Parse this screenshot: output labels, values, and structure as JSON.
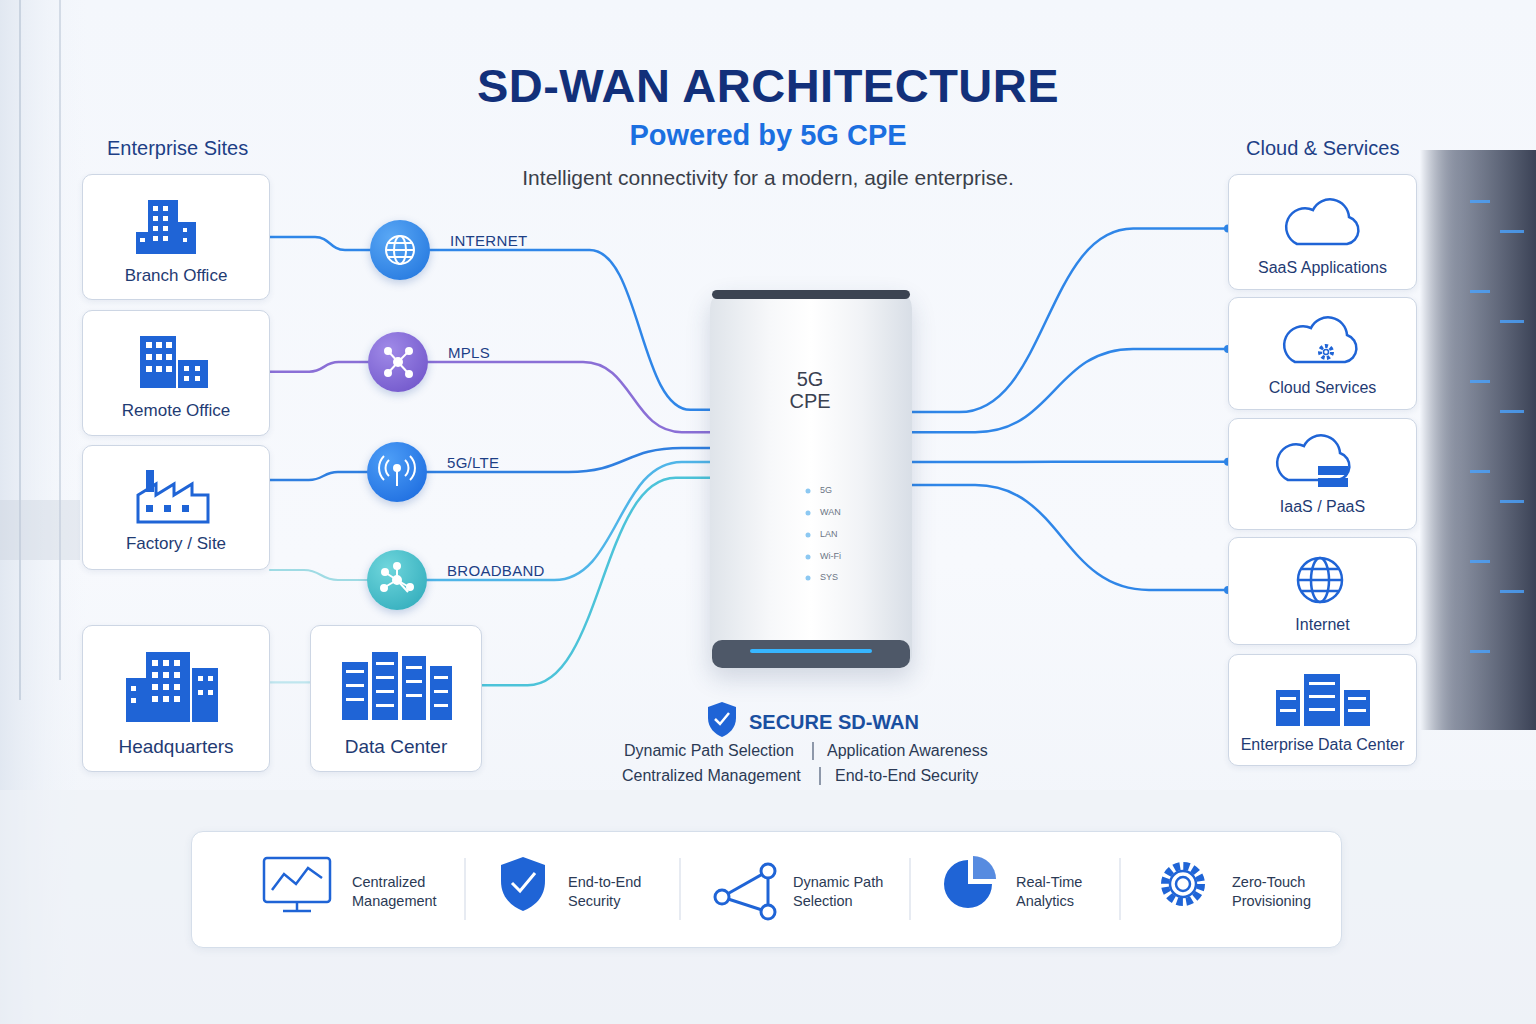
{
  "diagram": {
    "title": "SD-WAN ARCHITECTURE",
    "caption": "Intelligent connectivity for a modern, agile enterprise.",
    "nodes": [
      {
        "text": [
          "Branch Office"
        ]
      },
      {
        "text": [
          "Remote Office"
        ]
      },
      {
        "text": [
          "Factory / Site"
        ]
      },
      {
        "text": [
          "Headquarters"
        ]
      },
      {
        "text": [
          "Data Center"
        ]
      },
      {
        "text": [
          "INTERNET"
        ]
      },
      {
        "text": [
          "MPLS"
        ]
      },
      {
        "text": [
          "5G/LTE"
        ]
      },
      {
        "text": [
          "BROADBAND"
        ]
      },
      {
        "text": [
          "5G CPE",
          "5G",
          "WAN",
          "LAN",
          "Wi-Fi",
          "SYS"
        ]
      },
      {
        "text": [
          "SaaS Applications"
        ]
      },
      {
        "text": [
          "Cloud Services"
        ]
      },
      {
        "text": [
          "IaaS / PaaS"
        ]
      },
      {
        "text": [
          "Internet"
        ]
      },
      {
        "text": [
          "Enterprise Data Center"
        ]
      },
      {
        "text": [
          "Centralized Management",
          "End-to-End Security",
          "Dynamic Path Selection",
          "Real-Time Analytics",
          "Zero-Touch Provisioning"
        ]
      }
    ],
    "edges": [
      {
        "from": 0,
        "to": 5,
        "arrow": "none"
      },
      {
        "from": 5,
        "to": 9,
        "arrow": "none"
      },
      {
        "from": 1,
        "to": 6,
        "arrow": "none"
      },
      {
        "from": 6,
        "to": 9,
        "arrow": "none"
      },
      {
        "from": 2,
        "to": 7,
        "arrow": "none"
      },
      {
        "from": 7,
        "to": 9,
        "arrow": "none"
      },
      {
        "from": 2,
        "to": 8,
        "arrow": "none"
      },
      {
        "from": 8,
        "to": 9,
        "arrow": "none"
      },
      {
        "from": 3,
        "to": 4,
        "arrow": "none"
      },
      {
        "from": 4,
        "to": 9,
        "arrow": "none"
      },
      {
        "from": 9,
        "to": 10,
        "arrow": "none"
      },
      {
        "from": 9,
        "to": 11,
        "arrow": "none"
      },
      {
        "from": 9,
        "to": 12,
        "arrow": "none"
      },
      {
        "from": 9,
        "to": 13,
        "arrow": "none"
      }
    ],
    "labels": [
      "Powered by 5G CPE",
      "Enterprise Sites",
      "Cloud & Services",
      "SECURE SD-WAN",
      "Dynamic Path Selection",
      "Application Awareness",
      "Centralized Management",
      "End-to-End Security"
    ]
  }
}
